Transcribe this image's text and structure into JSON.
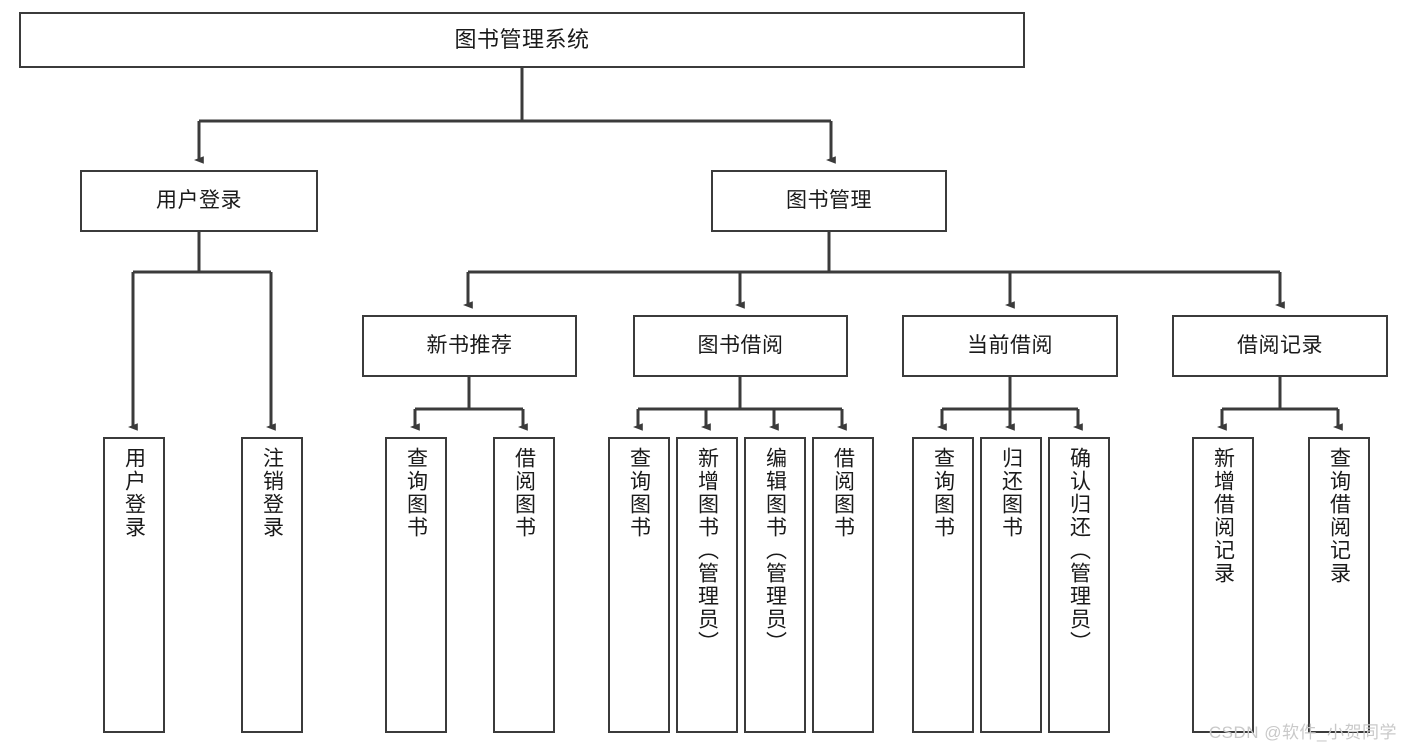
{
  "diagram": {
    "title": "图书管理系统",
    "watermark": "CSDN @软件_小贺同学",
    "line_color": "#3b3b3b",
    "box_border_color": "#3b3b3b",
    "box_fill_color": "#ffffff",
    "text_color": "#1a1a1a",
    "watermark_color": "#c9c9c9"
  },
  "nodes": {
    "root": {
      "label": "图书管理系统"
    },
    "level1": [
      {
        "label": "用户登录"
      },
      {
        "label": "图书管理"
      }
    ],
    "level2": [
      {
        "label": "新书推荐"
      },
      {
        "label": "图书借阅"
      },
      {
        "label": "当前借阅"
      },
      {
        "label": "借阅记录"
      }
    ],
    "leaves": {
      "user_login": [
        {
          "label": "用户登录"
        },
        {
          "label": "注销登录"
        }
      ],
      "new_book": [
        {
          "label": "查询图书"
        },
        {
          "label": "借阅图书"
        }
      ],
      "book_borrow": [
        {
          "label": "查询图书"
        },
        {
          "label": "新增图书（管理员）"
        },
        {
          "label": "编辑图书（管理员）"
        },
        {
          "label": "借阅图书"
        }
      ],
      "current_borrow": [
        {
          "label": "查询图书"
        },
        {
          "label": "归还图书"
        },
        {
          "label": "确认归还（管理员）"
        }
      ],
      "borrow_record": [
        {
          "label": "新增借阅记录"
        },
        {
          "label": "查询借阅记录"
        }
      ]
    }
  }
}
